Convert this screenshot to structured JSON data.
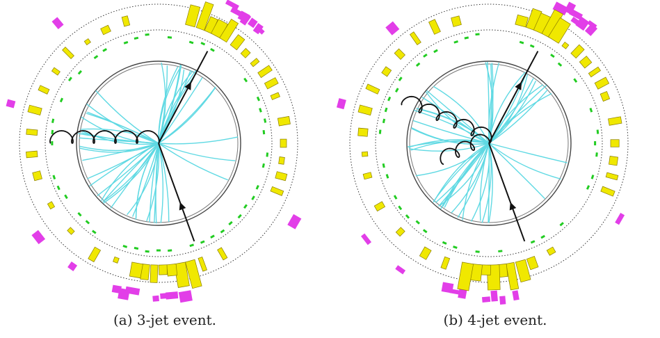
{
  "figure": {
    "panels": [
      {
        "id": "a",
        "caption": "(a) 3-jet event.",
        "gluons": 1
      },
      {
        "id": "b",
        "caption": "(b) 4-jet event.",
        "gluons": 2
      }
    ],
    "colors": {
      "tracks": "#5fd9e3",
      "hcal_towers": "#f0e800",
      "ecal_hits": "#22cc22",
      "muon_hits": "#e23ee8",
      "quark_lines": "#111111",
      "detector_rings": "#333333"
    }
  }
}
